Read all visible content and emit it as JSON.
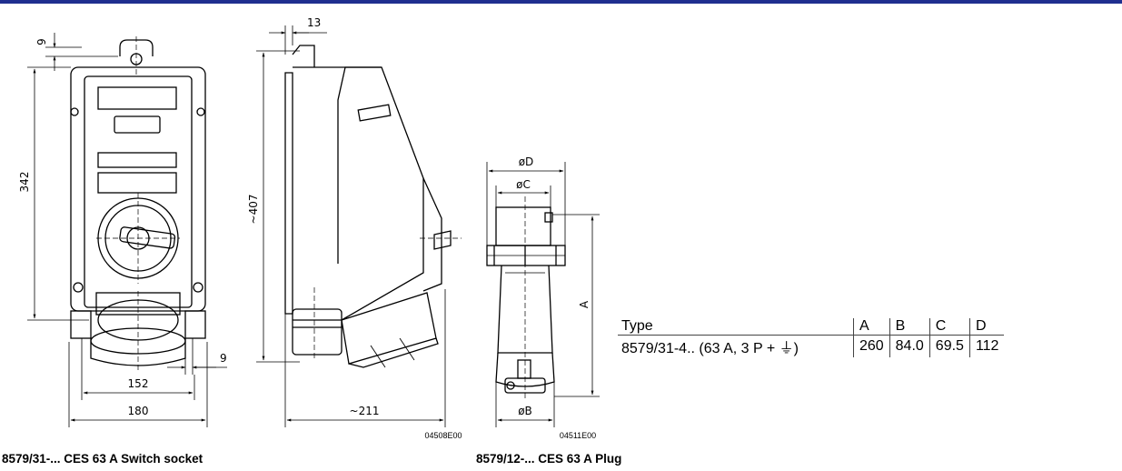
{
  "colors": {
    "top_bar": "#1f2f8f"
  },
  "switch_socket": {
    "front_dims": {
      "top_offset": "9",
      "height": "342",
      "side_offset": "9",
      "inner_width": "152",
      "outer_width": "180"
    },
    "side_dims": {
      "wall_offset": "13",
      "height": "~407",
      "depth": "~211"
    },
    "drawing_code": "04508E00",
    "caption": "8579/31-... CES 63 A Switch socket"
  },
  "plug": {
    "dim_labels": {
      "d": "øD",
      "c": "øC",
      "a": "A",
      "b": "øB"
    },
    "drawing_code": "04511E00",
    "caption": "8579/12-... CES 63 A Plug"
  },
  "spec_table": {
    "headers": [
      "Type",
      "A",
      "B",
      "C",
      "D"
    ],
    "rows": [
      [
        "8579/31-4.. (63 A, 3 P + ⏚)",
        "260",
        "84.0",
        "69.5",
        "112"
      ]
    ]
  }
}
